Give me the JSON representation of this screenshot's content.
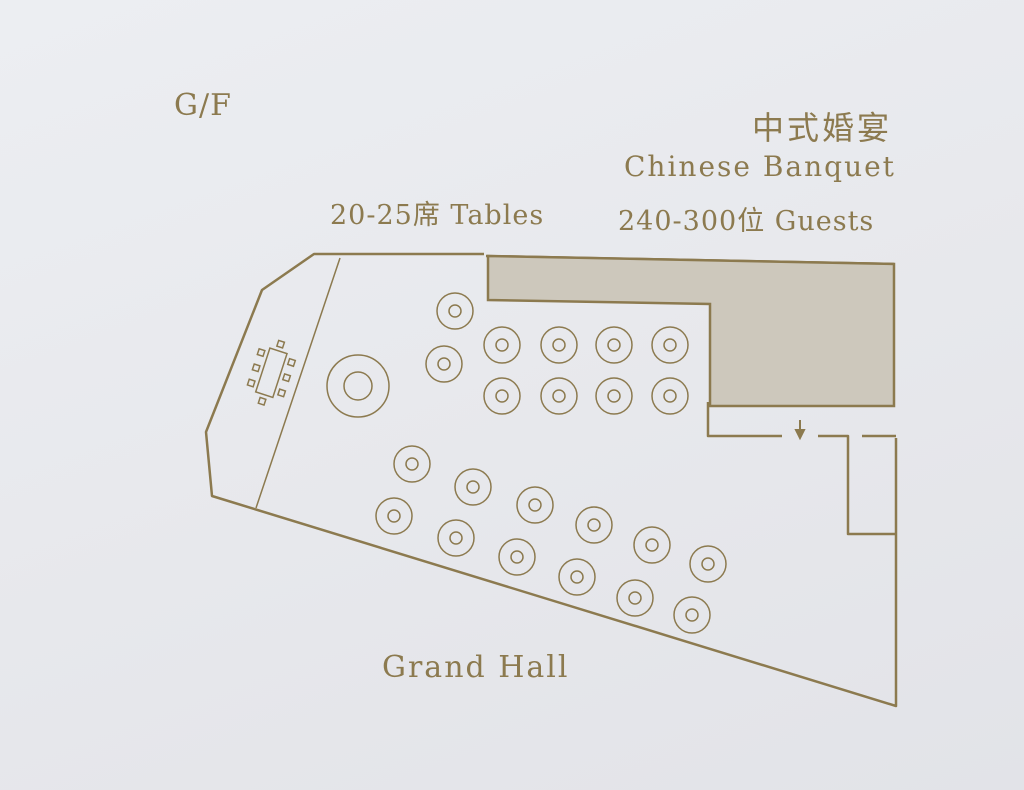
{
  "floor": "G/F",
  "banquet": {
    "title_zh": "中式婚宴",
    "title_en": "Chinese Banquet"
  },
  "capacity": {
    "tables": "20-25席 Tables",
    "guests": "240-300位  Guests"
  },
  "hall_name": "Grand Hall",
  "colors": {
    "ink": "#8c7a4f",
    "shaded_area": "#cdc8bc",
    "paper": "#e9eaee"
  },
  "table_count": 22,
  "icons": [
    "head-table-icon",
    "entrance-arrow-icon"
  ]
}
